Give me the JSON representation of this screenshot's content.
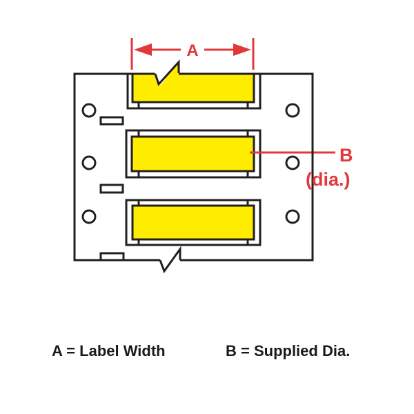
{
  "diagram": {
    "type": "wire-marker-sleeve-product-diagram",
    "dimension": {
      "label": "A"
    },
    "leader": {
      "label": "B",
      "sublabel": "(dia.)"
    },
    "sleeve_labels": {
      "count": 3,
      "fill_color": "#FFED00"
    },
    "sprocket_holes": {
      "count": 6
    },
    "notches": {
      "count": 3
    },
    "colors": {
      "label_yellow": "#FFED00",
      "accent_red": "#E2383C",
      "line_black": "#231F20",
      "background": "#FFFFFF",
      "caption_text": "#1A1A1A"
    },
    "icons": {
      "dimension_arrowheads": "left-and-right-filled-triangles",
      "break_marks": "zigzag-break-symbol"
    }
  },
  "legend": {
    "a_definition": "A = Label Width",
    "b_definition": "B = Supplied Dia."
  }
}
